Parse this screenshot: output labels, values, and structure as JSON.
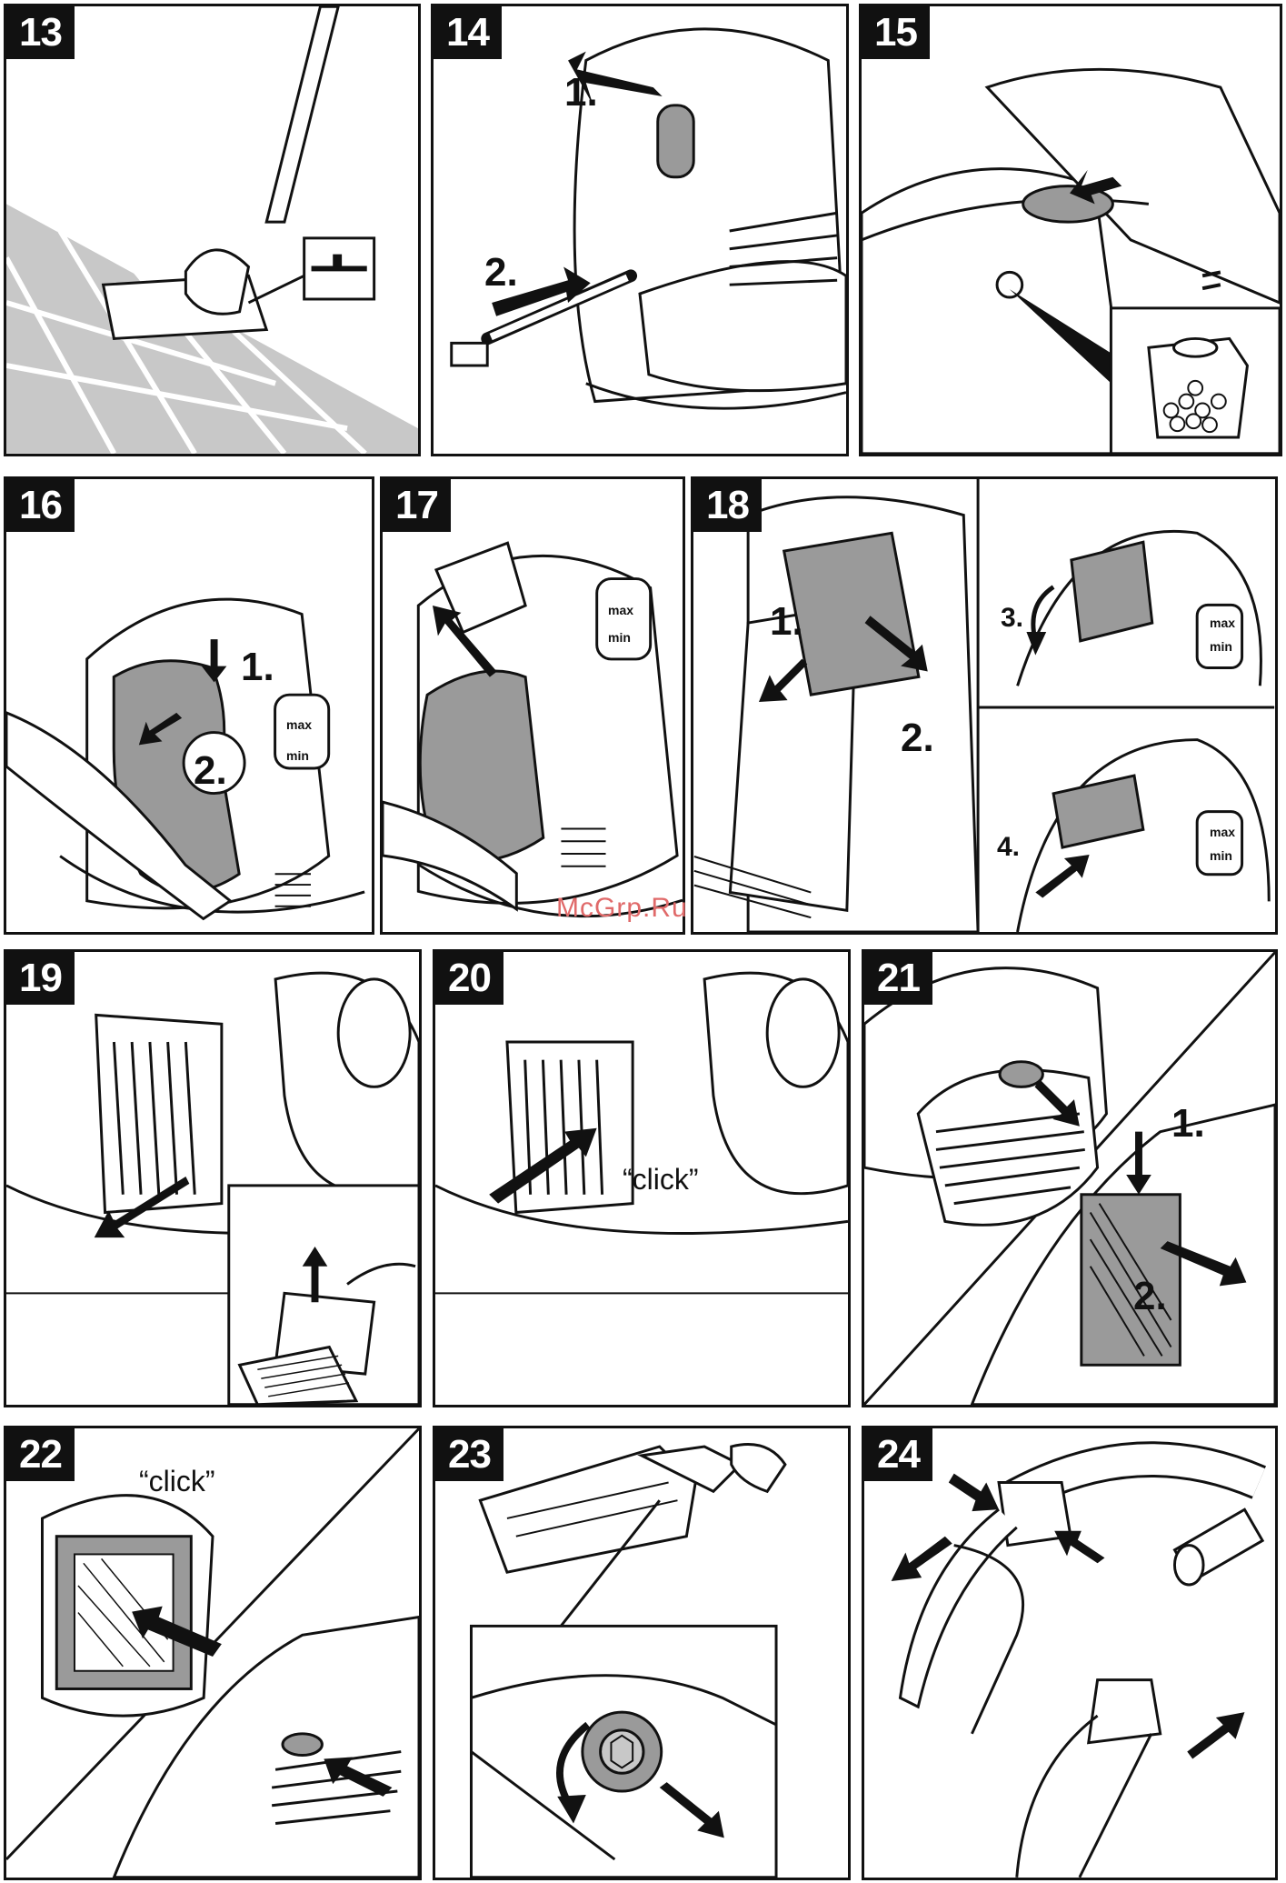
{
  "panels": [
    {
      "number": "13"
    },
    {
      "number": "14",
      "steps": [
        "1.",
        "2."
      ]
    },
    {
      "number": "15"
    },
    {
      "number": "16",
      "steps": [
        "1.",
        "2."
      ],
      "gauge": [
        "max",
        "min"
      ]
    },
    {
      "number": "17",
      "gauge": [
        "max",
        "min"
      ]
    },
    {
      "number": "18",
      "steps": [
        "1.",
        "2.",
        "3.",
        "4."
      ],
      "gauge": [
        "max",
        "min"
      ]
    },
    {
      "number": "19"
    },
    {
      "number": "20",
      "sound": "“click”"
    },
    {
      "number": "21",
      "steps": [
        "1.",
        "2."
      ]
    },
    {
      "number": "22",
      "sound": "“click”"
    },
    {
      "number": "23"
    },
    {
      "number": "24"
    }
  ],
  "watermark": "McGrp.Ru",
  "colors": {
    "line": "#111111",
    "fill_grey": "#9a9a9a",
    "light_grey": "#c8c8c8",
    "watermark": "#e06a6a"
  }
}
